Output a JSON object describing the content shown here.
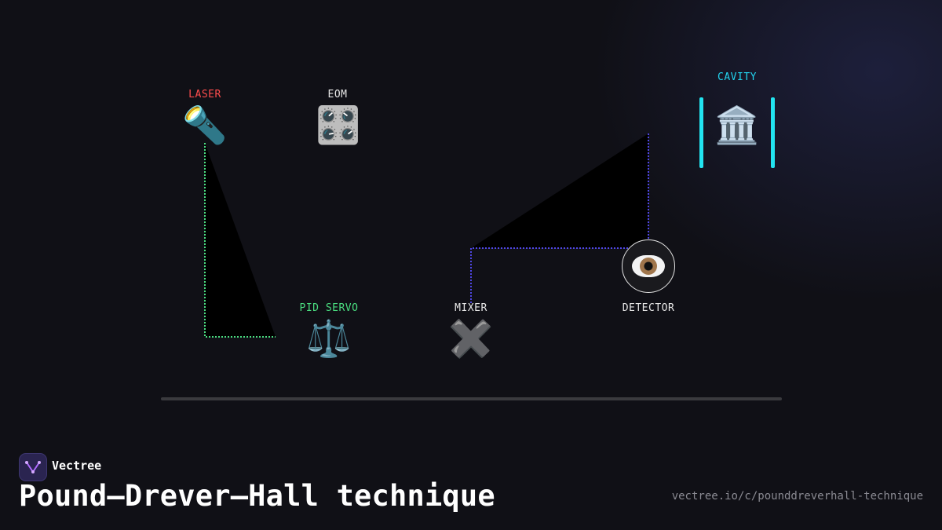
{
  "diagram": {
    "nodes": {
      "laser": {
        "label": "LASER",
        "icon": "flashlight-icon",
        "color": "#ff4d4d"
      },
      "eom": {
        "label": "EOM",
        "icon": "control-knobs-icon",
        "color": "#e8e8e8"
      },
      "cavity": {
        "label": "CAVITY",
        "icon": "classical-building-icon",
        "color": "#22d3ee"
      },
      "pid_servo": {
        "label": "PID SERVO",
        "icon": "balance-scale-icon",
        "color": "#4ade80"
      },
      "mixer": {
        "label": "MIXER",
        "icon": "multiply-x-icon",
        "color": "#e8e8e8"
      },
      "detector": {
        "label": "DETECTOR",
        "icon": "eye-icon",
        "color": "#e8e8e8"
      }
    },
    "links": [
      {
        "from": "laser",
        "to": "pid_servo",
        "color": "#4ade80",
        "style": "dotted"
      },
      {
        "from": "detector",
        "to": "mixer",
        "color": "#4f46e5",
        "style": "dotted"
      }
    ]
  },
  "brand": {
    "name": "Vectree"
  },
  "page": {
    "title": "Pound–Drever–Hall technique",
    "url": "vectree.io/c/pounddreverhall-technique"
  }
}
